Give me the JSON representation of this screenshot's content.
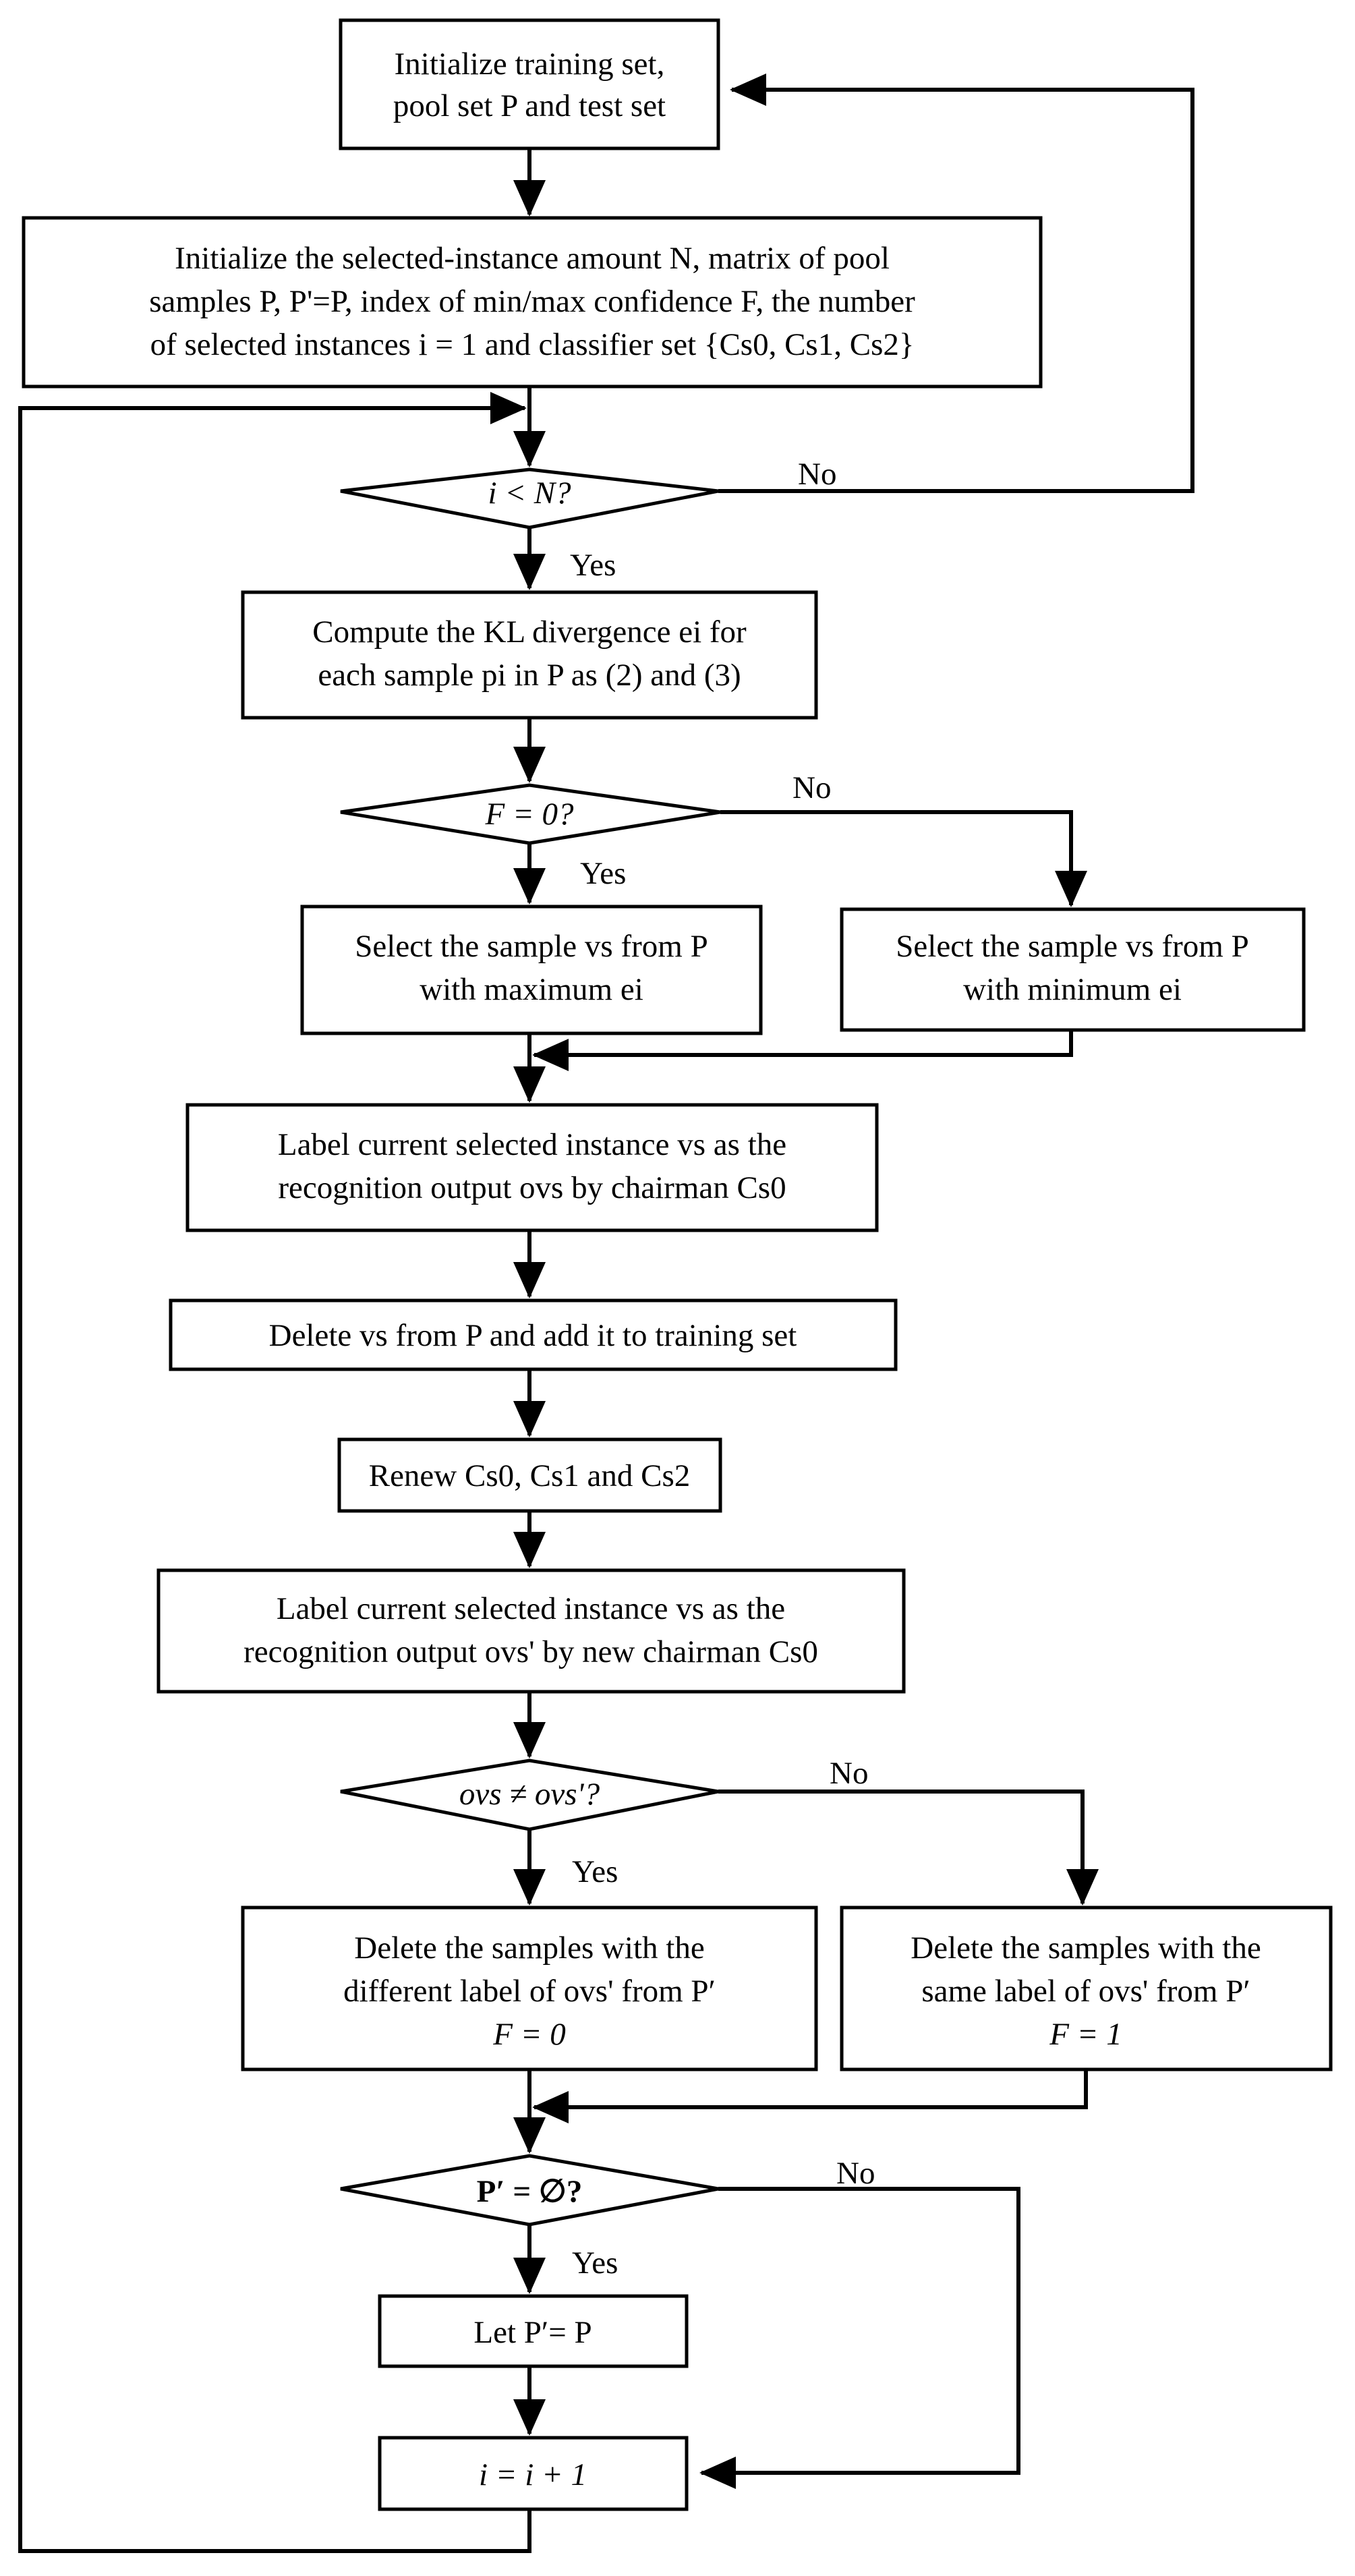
{
  "colors": {
    "stroke": "#000000",
    "fill": "#ffffff"
  },
  "nodes": {
    "init_sets": [
      "Initialize training set,",
      "pool set P and test set"
    ],
    "init_params": [
      "Initialize the selected-instance amount N, matrix of pool",
      "samples P, P'=P, index of min/max confidence F, the number",
      "of selected instances i = 1 and classifier set {Cs0, Cs1, Cs2}"
    ],
    "cond_i_lt_n": "i < N?",
    "compute_kl": [
      "Compute the KL divergence ei for",
      "each sample pi in P as (2) and (3)"
    ],
    "cond_f_eq_0": "F = 0?",
    "select_max": [
      "Select the sample vs from P",
      "with maximum ei"
    ],
    "select_min": [
      "Select the sample vs from P",
      "with minimum ei"
    ],
    "label_chairman": [
      "Label current selected instance vs as the",
      "recognition output ovs by chairman Cs0"
    ],
    "delete_add": "Delete vs from P and add it to training set",
    "renew": "Renew Cs0, Cs1 and Cs2",
    "label_new_chairman": [
      "Label current selected instance vs as the",
      "recognition output ovs' by new chairman Cs0"
    ],
    "cond_o_neq": "ovs ≠ ovs'?",
    "delete_diff": [
      "Delete the samples with the",
      "different label of ovs' from P′",
      "F = 0"
    ],
    "delete_same": [
      "Delete the samples with the",
      "same label of ovs' from P′",
      "F = 1"
    ],
    "cond_p_empty": "P′ = ∅?",
    "let_p": "Let P′= P",
    "increment": "i = i + 1"
  },
  "labels": {
    "yes": "Yes",
    "no": "No"
  }
}
